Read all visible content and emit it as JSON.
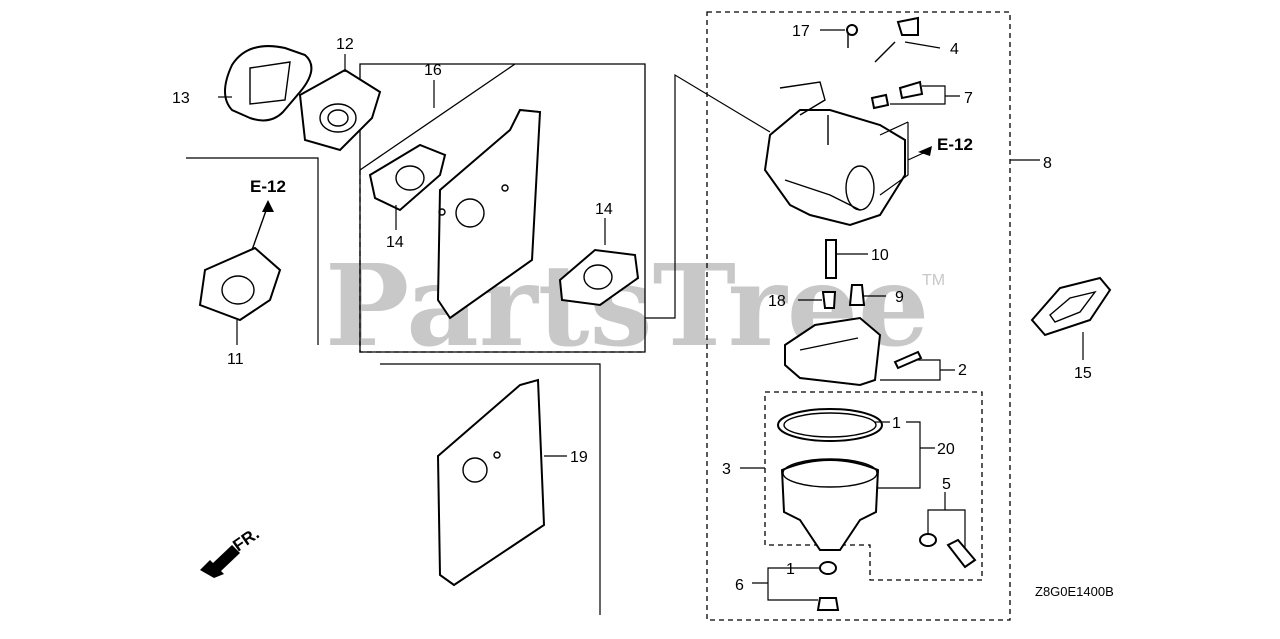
{
  "watermark": {
    "brand": "PartsTree",
    "trademark": "TM"
  },
  "drawing_code": "Z8G0E1400B",
  "front_indicator": "FR.",
  "ref_labels": {
    "left": "E-12",
    "right": "E-12"
  },
  "callouts": {
    "c1a": "1",
    "c1b": "1",
    "c2": "2",
    "c3": "3",
    "c4": "4",
    "c5": "5",
    "c6": "6",
    "c7": "7",
    "c8": "8",
    "c9": "9",
    "c10": "10",
    "c11": "11",
    "c12": "12",
    "c13": "13",
    "c14a": "14",
    "c14b": "14",
    "c15": "15",
    "c16": "16",
    "c17": "17",
    "c18": "18",
    "c19": "19",
    "c20": "20"
  }
}
